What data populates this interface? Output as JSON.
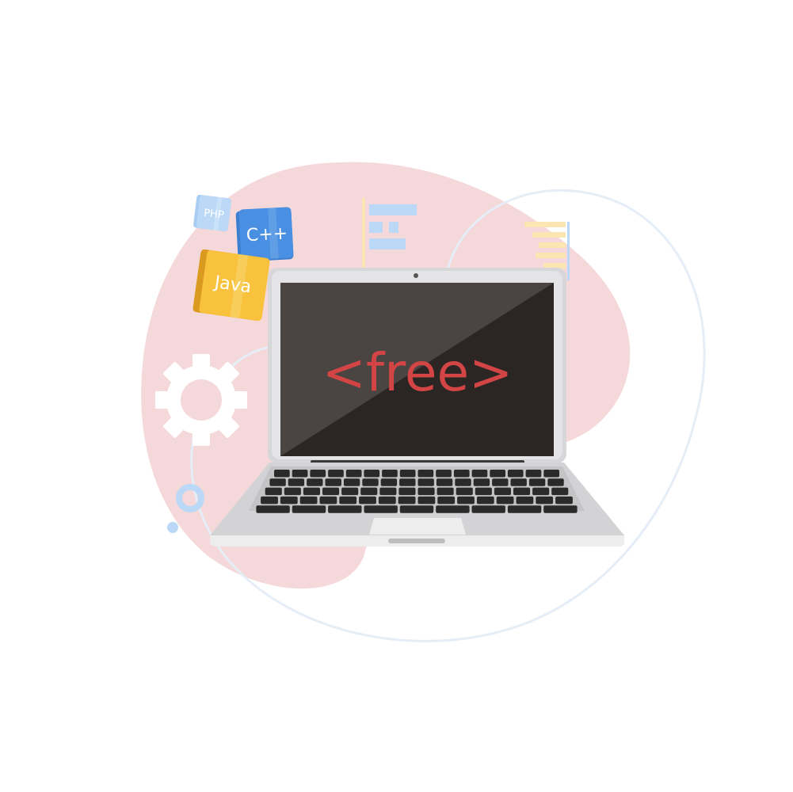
{
  "illustration": {
    "screen_text": "<free>",
    "language_tiles": [
      {
        "label": "PHP",
        "color": "#BBD9F7"
      },
      {
        "label": "C++",
        "color": "#4A90E2"
      },
      {
        "label": "Java",
        "color": "#F8C23D"
      }
    ],
    "icons": [
      "gear-icon",
      "ring-icon",
      "dot-icon",
      "layout-chart-icon",
      "bar-list-icon"
    ],
    "colors": {
      "blob": "#F5D8D9",
      "outline_ring": "#E5EEF7",
      "laptop_body": "#D7D7D9",
      "screen": "#2B2624",
      "screen_glare": "#4A4443",
      "code_text": "#D34545",
      "key": "#2A2A2A",
      "accent_blue": "#BBD9F7",
      "accent_yellow": "#FBE5B0"
    }
  }
}
